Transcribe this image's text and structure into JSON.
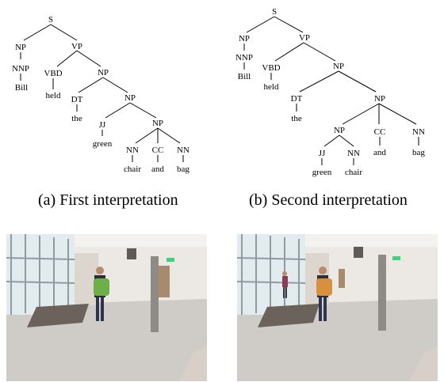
{
  "tree_a": {
    "nodes": {
      "S": "S",
      "NP": "NP",
      "NNP": "NNP",
      "Bill": "Bill",
      "VP": "VP",
      "VBD": "VBD",
      "held": "held",
      "NP2": "NP",
      "DT": "DT",
      "the": "the",
      "NP3": "NP",
      "JJ": "JJ",
      "green": "green",
      "NP4": "NP",
      "NN1": "NN",
      "chair": "chair",
      "CC": "CC",
      "and": "and",
      "NN2": "NN",
      "bag": "bag"
    }
  },
  "tree_b": {
    "nodes": {
      "S": "S",
      "NP": "NP",
      "NNP": "NNP",
      "Bill": "Bill",
      "VP": "VP",
      "VBD": "VBD",
      "held": "held",
      "NP2": "NP",
      "DT": "DT",
      "the": "the",
      "NP3": "NP",
      "NP4": "NP",
      "JJ": "JJ",
      "green": "green",
      "NN1": "NN",
      "chair": "chair",
      "CC": "CC",
      "and": "and",
      "NN2": "NN",
      "bag": "bag"
    }
  },
  "captions": {
    "a": "(a) First interpretation",
    "b": "(b) Second interpretation"
  },
  "colors": {
    "wall": "#ece8e4",
    "floor": "#cfcbc7",
    "backpack_green": "#6db04a",
    "backpack_orange": "#d8903e",
    "exit_sign": "#3fd27a"
  }
}
